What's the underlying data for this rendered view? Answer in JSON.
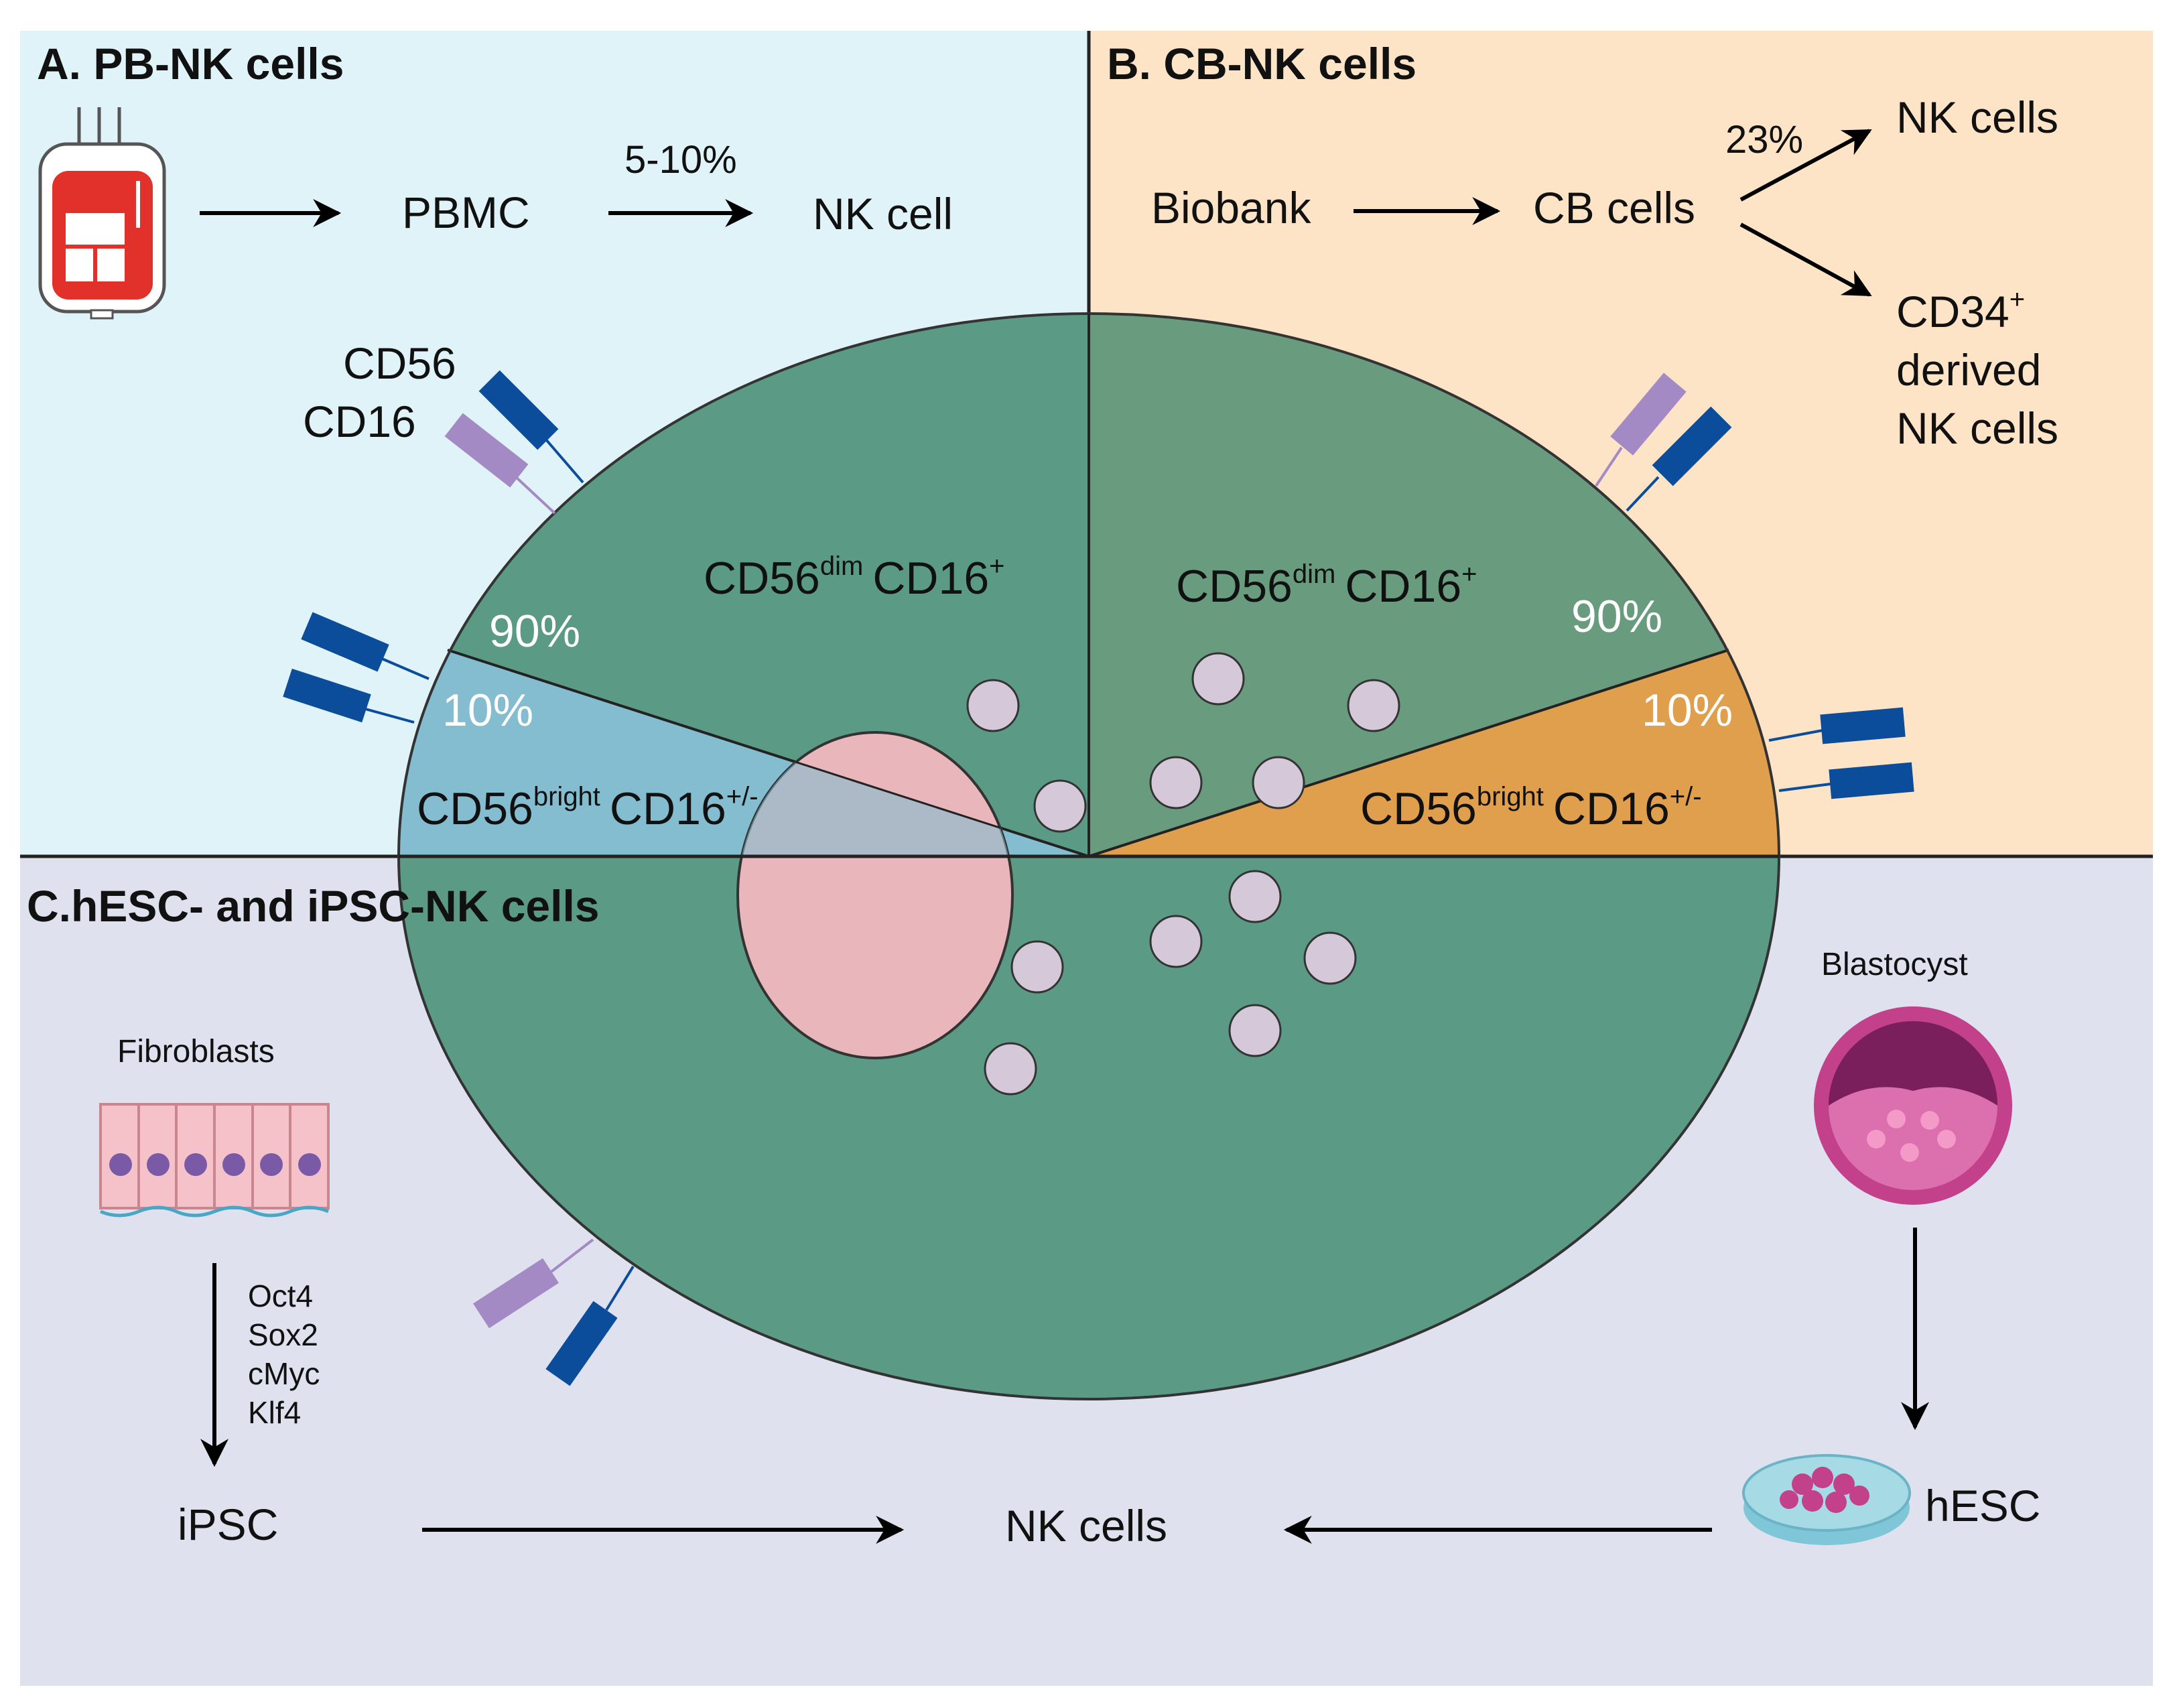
{
  "panels": {
    "a": {
      "title": "A. PB-NK cells",
      "bg": "#e0f3f8"
    },
    "b": {
      "title": "B. CB-NK cells",
      "bg": "#fde4c6"
    },
    "c": {
      "title": "C.hESC- and iPSC-NK cells",
      "bg": "#e0e1ee"
    }
  },
  "pb": {
    "pbmc": "PBMC",
    "rate": "5-10%",
    "nk": "NK cell"
  },
  "cb": {
    "biobank": "Biobank",
    "cb_cells": "CB cells",
    "rate": "23%",
    "nk_cells": "NK cells",
    "cd34_base": "CD34",
    "cd34_sup": "+",
    "derived": "derived",
    "cd34_nk": "NK cells"
  },
  "markers": {
    "cd56": "CD56",
    "cd16": "CD16"
  },
  "cell": {
    "left": {
      "dim_pct": "90%",
      "bright_pct": "10%",
      "dim_base": "CD56",
      "dim_sup": "dim",
      "dim_cd16": "CD16",
      "dim_cd16_sup": "+",
      "bright_base": "CD56",
      "bright_sup": "bright",
      "bright_cd16": "CD16",
      "bright_cd16_sup": "+/-"
    },
    "right": {
      "dim_pct": "90%",
      "bright_pct": "10%",
      "dim_base": "CD56",
      "dim_sup": "dim",
      "dim_cd16": "CD16",
      "dim_cd16_sup": "+",
      "bright_base": "CD56",
      "bright_sup": "bright",
      "bright_cd16": "CD16",
      "bright_cd16_sup": "+/-"
    }
  },
  "stem": {
    "fibroblasts": "Fibroblasts",
    "factors": [
      "Oct4",
      "Sox2",
      "cMyc",
      "Klf4"
    ],
    "ipsc": "iPSC",
    "nk_cells": "NK cells",
    "blastocyst": "Blastocyst",
    "hesc": "hESC"
  },
  "colors": {
    "cell_green": "#5b9b86",
    "cell_green_right": "#699c7f",
    "bright_blue": "#84bcd0",
    "bright_orange": "#e09f4d",
    "nucleus": "#e8b6bb",
    "granule": "#d5c8d8",
    "marker_blue": "#0b4d9a",
    "marker_purple": "#a48ac4",
    "blood_red": "#e2302a",
    "blastocyst": "#c2418a",
    "dish": "#a6dbe6"
  }
}
